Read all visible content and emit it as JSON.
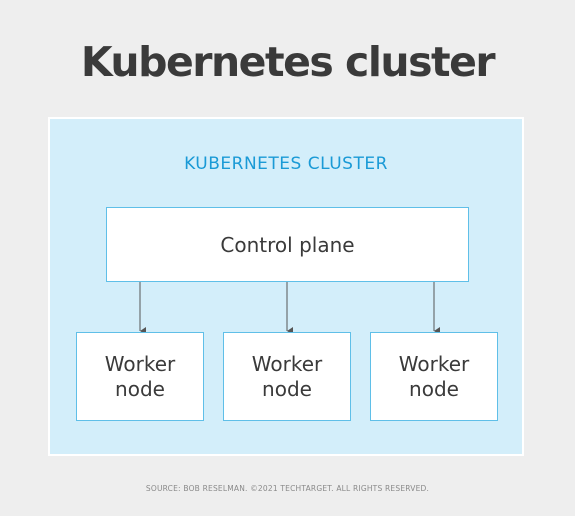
{
  "title": "Kubernetes cluster",
  "cluster_label": "KUBERNETES CLUSTER",
  "control_plane": "Control plane",
  "worker_nodes": [
    "Worker\nnode",
    "Worker\nnode",
    "Worker\nnode"
  ],
  "source": "SOURCE: BOB RESELMAN. ©2021 TECHTARGET. ALL RIGHTS RESERVED.",
  "colors": {
    "background": "#eeeeee",
    "cluster_fill": "#d3eefa",
    "accent": "#1a9ad6",
    "node_border": "#5fbfe8",
    "text": "#3a3a3a",
    "connector": "#555555"
  }
}
